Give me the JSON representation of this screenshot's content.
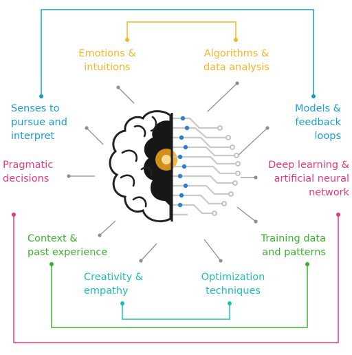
{
  "colors": {
    "blue": "#1a9bd7",
    "yellow": "#f3b52a",
    "pink": "#e8397a",
    "green": "#37b52a",
    "teal": "#19c2b3",
    "gray": "#8f8f8f",
    "circuit_blue": "#2f7fcf"
  },
  "labels": {
    "emotions": [
      "Emotions &",
      "intuitions"
    ],
    "algorithms": [
      "Algorithms &",
      "data analysis"
    ],
    "senses": [
      "Senses to",
      "pursue and",
      "interpret"
    ],
    "models": [
      "Models &",
      "feedback",
      "loops"
    ],
    "pragmatic": [
      "Pragmatic",
      "decisions"
    ],
    "deep_learning": [
      "Deep learning &",
      "artificial neural",
      "network"
    ],
    "context": [
      "Context &",
      "past experience"
    ],
    "training": [
      "Training data",
      "and patterns"
    ],
    "creativity": [
      "Creativity &",
      "empathy"
    ],
    "optimization": [
      "Optimization",
      "techniques"
    ]
  },
  "center_icon": "brain-half-organic-half-circuit-icon"
}
